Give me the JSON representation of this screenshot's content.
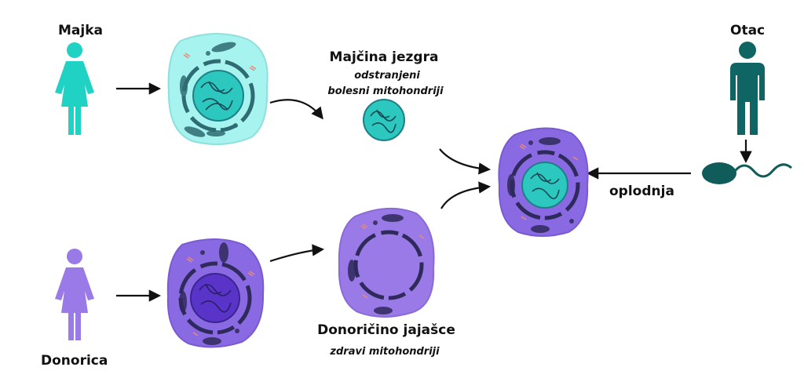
{
  "labels": {
    "mother": "Majka",
    "father": "Otac",
    "donor": "Donorica",
    "mother_nucleus": "Majčina jezgra",
    "removed_line1": "odstranjeni",
    "removed_line2": "bolesni mitohondriji",
    "donor_egg": "Donoričino jajašce",
    "healthy": "zdravi mitohondriji",
    "fertilization": "oplodnja"
  },
  "colors": {
    "mother_person": "#1fd2c4",
    "father_person": "#0f6464",
    "donor_person": "#9a7ae6",
    "mother_cell": "#a6f3f0",
    "donor_cell": "#8a6ae2",
    "organelle_dark": "#2f2a5c",
    "nucleus_teal": "#2cc7be",
    "nucleus_purple": "#5a34c9",
    "sperm": "#0f5c5a",
    "arrow": "#111111"
  }
}
